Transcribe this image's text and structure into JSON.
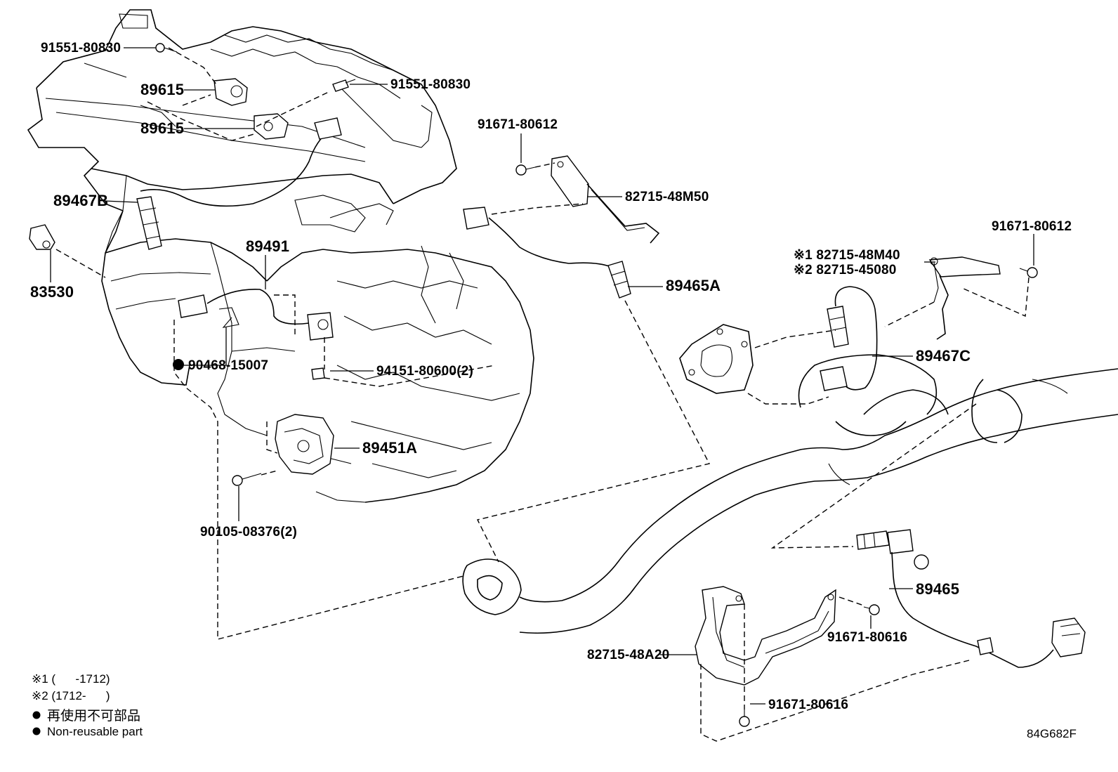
{
  "diagram_code": "84G682F",
  "callouts": {
    "bolt_91551_top_left": "91551-80830",
    "bolt_91551_right": "91551-80830",
    "sensor_89615_upper": "89615",
    "sensor_89615_lower": "89615",
    "sensor_89467B": "89467B",
    "switch_83530": "83530",
    "sensor_89491": "89491",
    "seal_90468": "90468-15007",
    "bolt_94151": "94151-80600(2)",
    "switch_89451A": "89451A",
    "bolt_90105": "90105-08376(2)",
    "bolt_91671_top": "91671-80612",
    "bracket_82715_48M50": "82715-48M50",
    "sensor_89465A": "89465A",
    "bolt_91671_right": "91671-80612",
    "bracket_note1": "※1 82715-48M40",
    "bracket_note2": "※2 82715-45080",
    "sensor_89467C": "89467C",
    "sensor_89465": "89465",
    "bolt_91671_80616_upper": "91671-80616",
    "bracket_82715_48A20": "82715-48A20",
    "bolt_91671_80616_lower": "91671-80616"
  },
  "legend": {
    "note1": "※1 (      -1712)",
    "note2": "※2 (1712-      )",
    "non_reusable_jp": "再使用不可部品",
    "non_reusable_en": "Non-reusable part"
  }
}
